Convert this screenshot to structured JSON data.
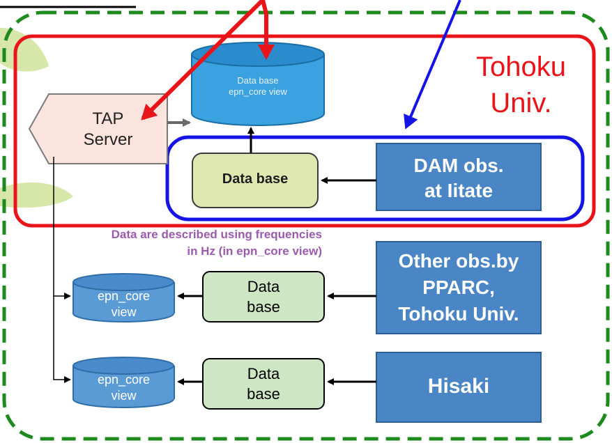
{
  "tohoku_group": {
    "label_line1": "Tohoku",
    "label_line2": "Univ.",
    "color": "#e8141a"
  },
  "blue_group_color": "#1414e6",
  "outer_group_color": "#1e8a1e",
  "tap_server": {
    "line1": "TAP",
    "line2": "Server"
  },
  "main_database": {
    "line1": "Data base",
    "line2": "epn_core view"
  },
  "dam_database": {
    "label": "Data base"
  },
  "dam_obs": {
    "line1": "DAM obs.",
    "line2": "at Iitate"
  },
  "note": {
    "line1": "Data are described using frequencies",
    "line2": "in Hz (in epn_core view)"
  },
  "rows": [
    {
      "view_line1": "epn_core",
      "view_line2": "view",
      "db_line1": "Data",
      "db_line2": "base",
      "source_line1": "Other obs.by",
      "source_line2": "PPARC,",
      "source_line3": "Tohoku Univ."
    },
    {
      "view_line1": "epn_core",
      "view_line2": "view",
      "db_line1": "Data",
      "db_line2": "base",
      "source_label": "Hisaki"
    }
  ],
  "icons": [
    "arrow-icon",
    "leaf-decoration"
  ],
  "colors": {
    "source_box": "#4a86c5",
    "db_green": "#cfe6c4",
    "cyl_blue": "#5a9bd5",
    "main_cyl": "#3aa2de",
    "dam_db": "#dfe8b0",
    "tap_fill": "#fbe3de",
    "note_text": "#8a3ea0"
  }
}
